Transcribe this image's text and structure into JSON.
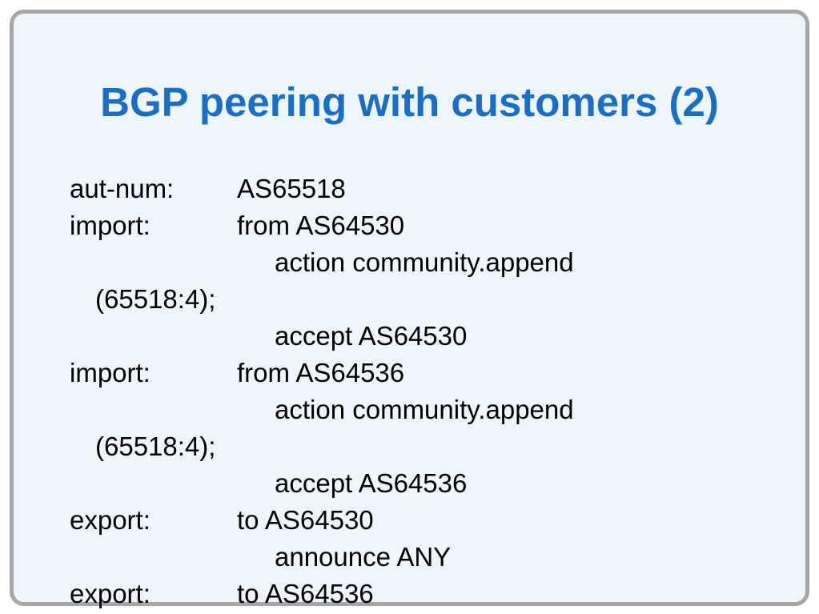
{
  "slide": {
    "title": "BGP peering with customers (2)",
    "lines": [
      {
        "key": "aut-num:",
        "value": "AS65518"
      },
      {
        "key": "import:",
        "value": "from AS64530"
      },
      {
        "continuation": "action community.append"
      },
      {
        "wrap": "(65518:4);"
      },
      {
        "continuation": "accept AS64530"
      },
      {
        "key": "import:",
        "value": "from AS64536"
      },
      {
        "continuation": "action community.append"
      },
      {
        "wrap": "(65518:4);"
      },
      {
        "continuation": "accept AS64536"
      },
      {
        "key": "export:",
        "value": "to AS64530"
      },
      {
        "continuation": "announce ANY"
      },
      {
        "key": "export:",
        "value": "to AS64536"
      }
    ]
  },
  "colors": {
    "title": "#1a6fc4",
    "background": "#eef5fb",
    "border": "#a6a6a6"
  }
}
